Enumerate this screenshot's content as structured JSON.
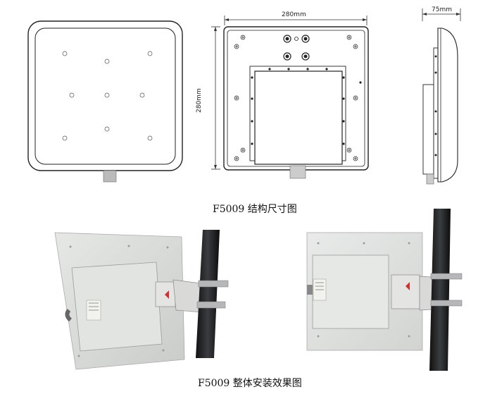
{
  "dimensions": {
    "width": "280mm",
    "height": "280mm",
    "depth": "75mm"
  },
  "captions": {
    "structure": "F5009 结构尺寸图",
    "installation": "F5009 整体安装效果图"
  }
}
